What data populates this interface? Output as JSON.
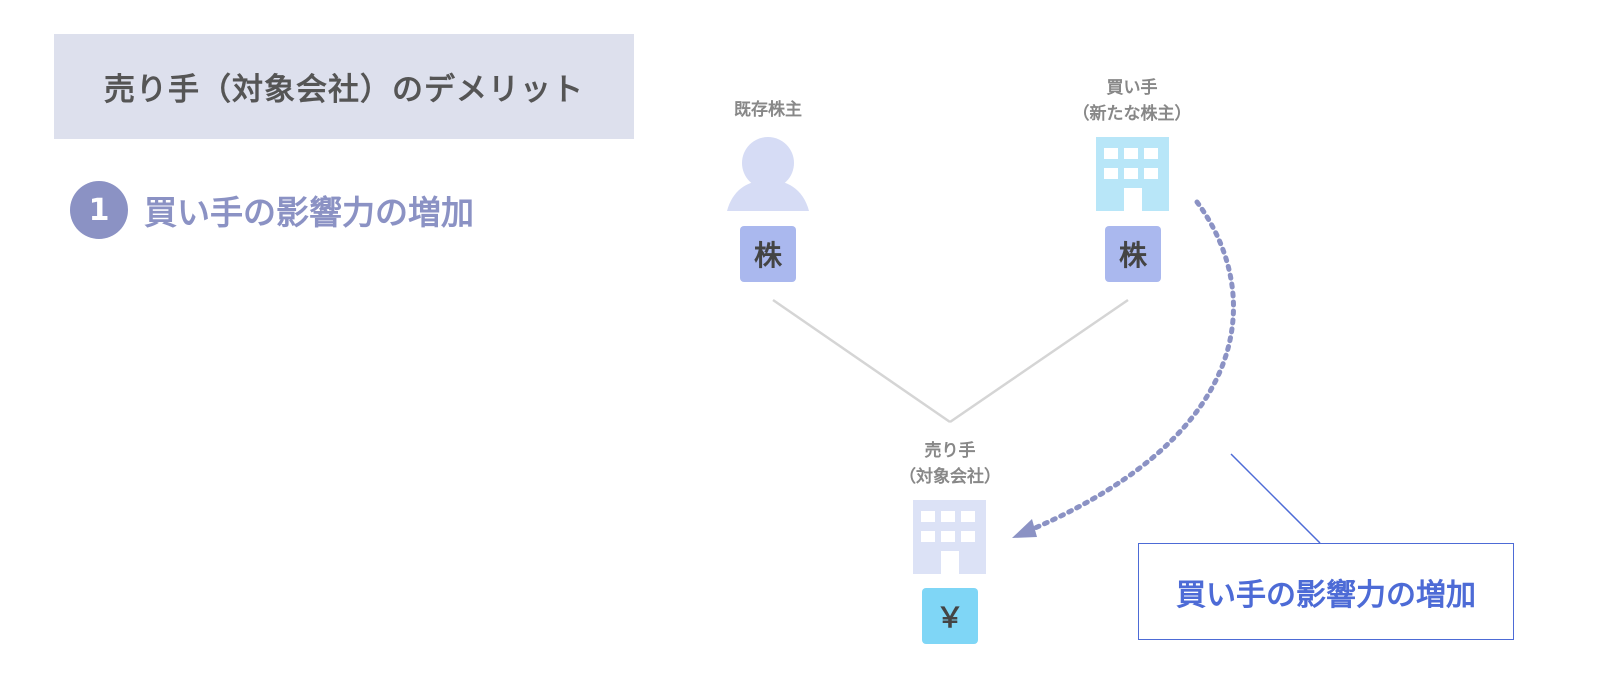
{
  "title": "売り手（対象会社）のデメリット",
  "point": {
    "number": "1",
    "text": "買い手の影響力の増加"
  },
  "nodes": {
    "existing_shareholder": {
      "label": "既存株主",
      "badge": "株"
    },
    "buyer": {
      "label_line1": "買い手",
      "label_line2": "（新たな株主）",
      "badge": "株"
    },
    "seller": {
      "label_line1": "売り手",
      "label_line2": "（対象会社）",
      "badge": "￥"
    }
  },
  "callout": "買い手の影響力の増加",
  "colors": {
    "title_bg": "#dde0ed",
    "accent_purple": "#8b92c4",
    "callout_blue": "#4d6bd6",
    "person_icon": "#d6dcf5",
    "buyer_building": "#b8e6f8",
    "seller_building": "#dce2f6",
    "share_badge": "#aab8ee",
    "yen_badge": "#7fd6f6"
  },
  "icons": {
    "existing_shareholder": "person-icon",
    "buyer": "building-icon",
    "seller": "building-icon",
    "influence_arrow": "dotted-arrow"
  }
}
